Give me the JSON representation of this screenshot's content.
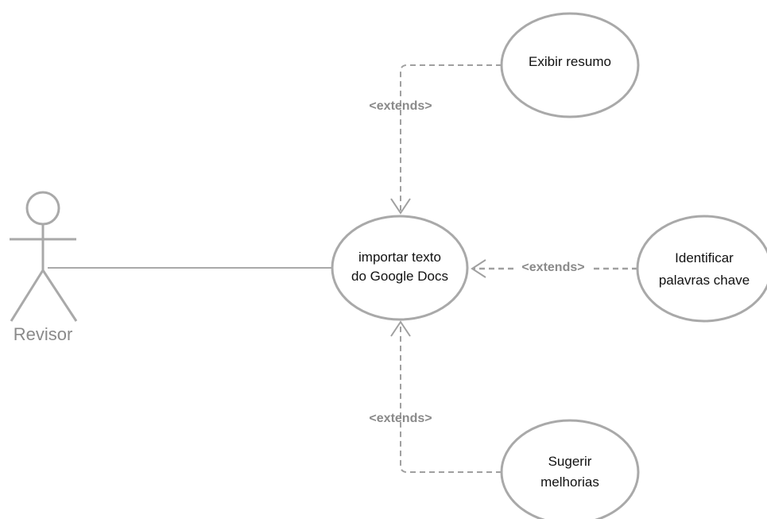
{
  "actor": {
    "name": "Revisor"
  },
  "use_cases": {
    "main": {
      "lines": [
        "importar texto",
        "do Google Docs"
      ]
    },
    "summary": {
      "lines": [
        "Exibir resumo"
      ]
    },
    "keywords": {
      "lines": [
        "Identificar",
        "palavras chave"
      ]
    },
    "improvements": {
      "lines": [
        "Sugerir",
        "melhorias"
      ]
    }
  },
  "relations": {
    "summary_label": "<extends>",
    "keywords_label": "<extends>",
    "improvements_label": "<extends>"
  },
  "colors": {
    "stroke": "#a9a9a9",
    "dashed": "#a0a0a0",
    "label": "#8a8a8a",
    "text": "#111111"
  }
}
